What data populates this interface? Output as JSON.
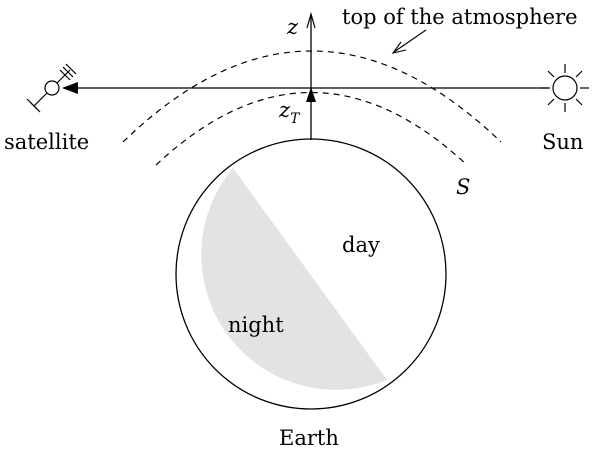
{
  "colors": {
    "ink": "#000000",
    "night_fill": "#e3e3e3",
    "background": "#ffffff"
  },
  "labels": {
    "atmosphere": "top of the atmosphere",
    "z_axis": "z",
    "z_top_base": "z",
    "z_top_sub": "T",
    "satellite": "satellite",
    "sun": "Sun",
    "path": "S",
    "day": "day",
    "night": "night",
    "earth": "Earth"
  },
  "icons": {
    "satellite": "satellite-icon",
    "sun": "sun-icon"
  }
}
